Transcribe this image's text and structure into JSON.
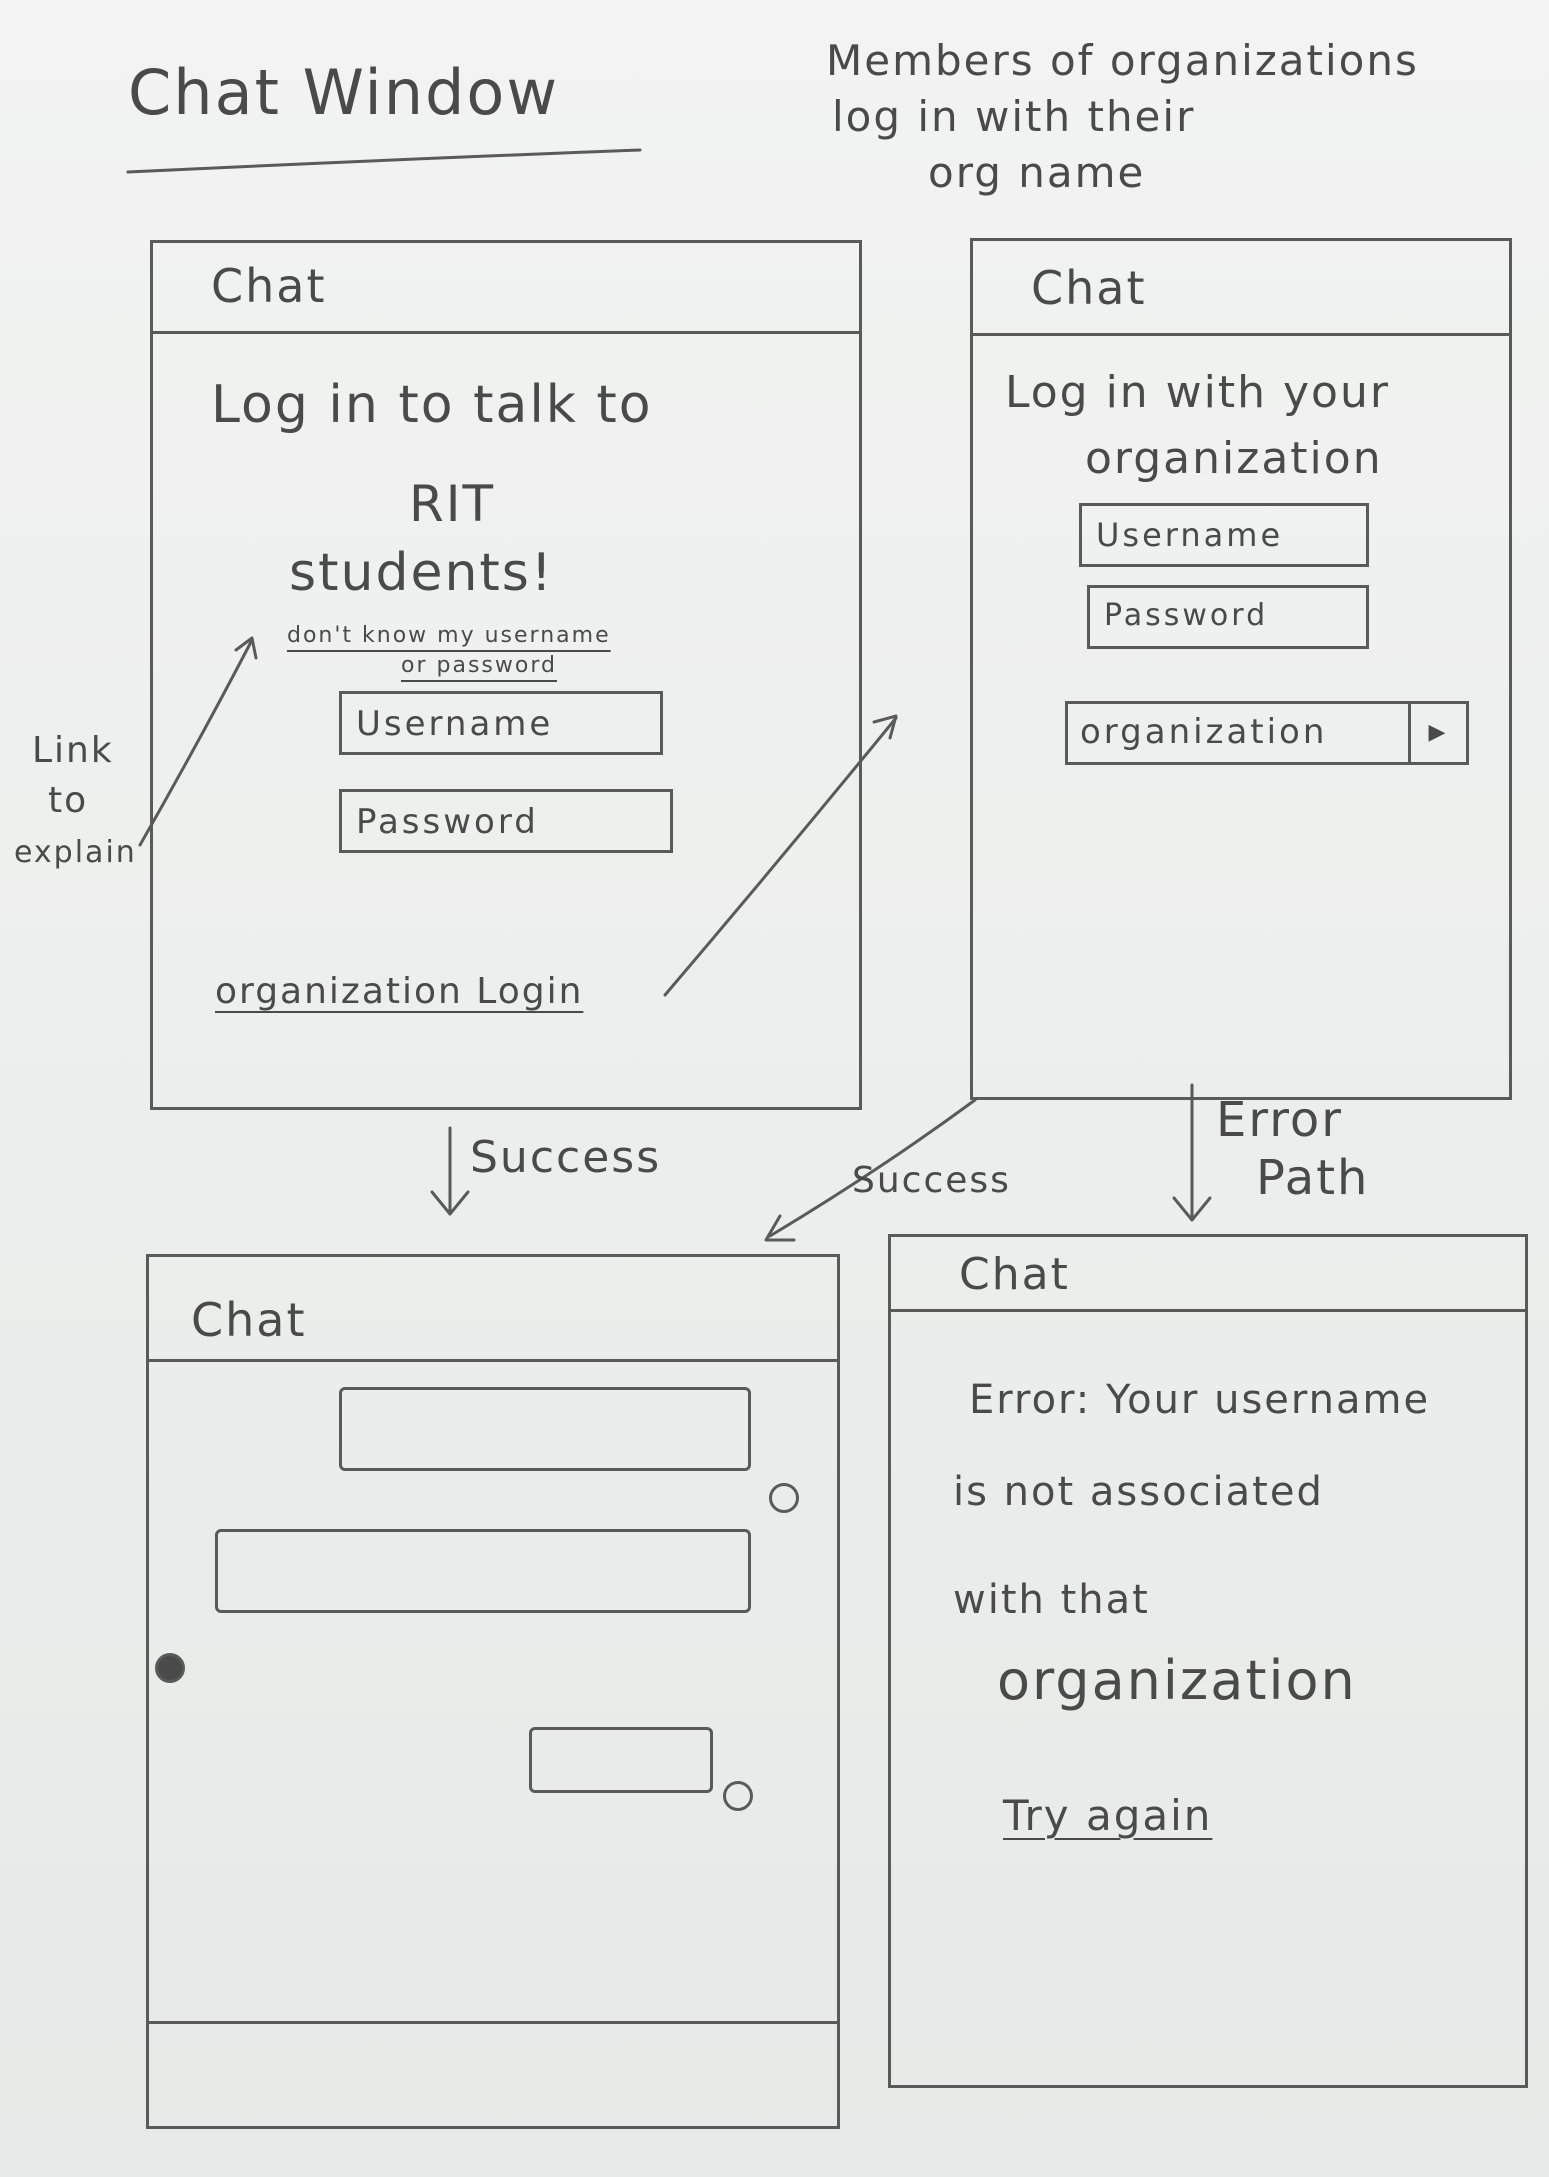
{
  "header": {
    "title": "Chat Window",
    "note_line1": "Members of organizations",
    "note_line2": "log in with their",
    "note_line3": "org name"
  },
  "panel_login": {
    "title": "Chat",
    "heading_line1": "Log in to talk to",
    "heading_line2": "RIT",
    "heading_line3": "students!",
    "help_link_line1": "don't know my username",
    "help_link_line2": "or password",
    "username_placeholder": "Username",
    "password_placeholder": "Password",
    "org_login_link": "organization Login"
  },
  "panel_org_login": {
    "title": "Chat",
    "heading_line1": "Log in with your",
    "heading_line2": "organization",
    "username_placeholder": "Username",
    "password_placeholder": "Password",
    "organization_select": "organization"
  },
  "panel_chat": {
    "title": "Chat"
  },
  "panel_error": {
    "title": "Chat",
    "message_line1": "Error: Your username",
    "message_line2": "is not associated",
    "message_line3": "with that",
    "message_line4": "organization",
    "retry_link": "Try again"
  },
  "annotations": {
    "side_note_line1": "Link",
    "side_note_line2": "to",
    "side_note_line3": "explain",
    "success_label_1": "Success",
    "success_label_2": "Success",
    "error_label_line1": "Error",
    "error_label_line2": "Path"
  }
}
